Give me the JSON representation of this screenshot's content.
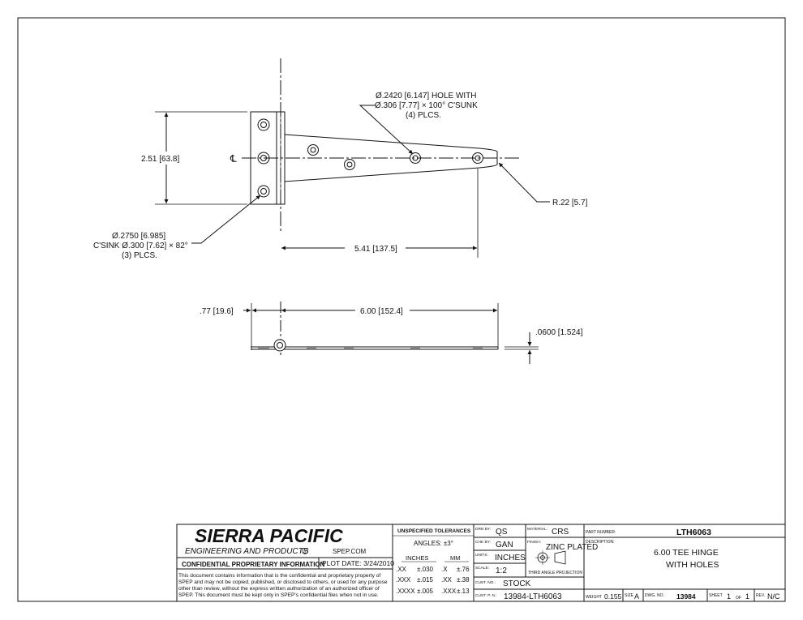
{
  "drawing": {
    "hole_callout_1": "Ø.2420 [6.147] HOLE WITH",
    "hole_callout_2": "Ø.306 [7.77] × 100° C'SUNK",
    "hole_callout_3": "(4) PLCS.",
    "height_dim": "2.51 [63.8]",
    "centerline_symbol": "℄",
    "radius_dim": "R.22 [5.7]",
    "leaf_hole_1": "Ø.2750 [6.985]",
    "leaf_hole_2": "C'SINK Ø.300 [7.62] × 82°",
    "leaf_hole_3": "(3) PLCS.",
    "strap_length_dim": "5.41 [137.5]",
    "knuckle_dim": ".77 [19.6]",
    "overall_length_dim": "6.00 [152.4]",
    "thickness_dim": ".0600 [1.524]"
  },
  "title_block": {
    "company": "SIERRA PACIFIC",
    "company_sub": "ENGINEERING AND PRODUCTS",
    "registered_mark": "R",
    "website": "SPEP.COM",
    "confidential_label": "CONFIDENTIAL PROPRIETARY INFORMATION",
    "plot_date": "PLOT DATE: 3/24/2010",
    "confidential_text": [
      "This document contains information that is the confidential and proprietary property of",
      "SPEP and may not be copied, published, or disclosed to others, or used for any purpose",
      "other than review, without the express written authorization of an authorized officer of",
      "SPEP. This document must be kept only in SPEP's confidential files when not in use."
    ],
    "tol_header": "UNSPECIFIED TOLERANCES",
    "angles": "ANGLES: ±3°",
    "inches_label": "INCHES",
    "mm_label": "MM",
    "tol_rows": [
      [
        ".XX",
        "±.030",
        ".X",
        "±.76"
      ],
      [
        ".XXX",
        "±.015",
        ".XX",
        "±.38"
      ],
      [
        ".XXXX",
        "±.005",
        ".XXX",
        "±.13"
      ]
    ],
    "drn_by_label": "DRN BY:",
    "drn_by": "QS",
    "chk_by_label": "CHK BY:",
    "chk_by": "GAN",
    "units_label": "UNITS:",
    "units": "INCHES",
    "scale_label": "SCALE:",
    "scale": "1:2",
    "cust_no_label": "CUST. NO.:",
    "cust_no": "STOCK",
    "cust_pn_label": "CUST. P. N.:",
    "cust_pn": "13984-LTH6063",
    "material_label": "MATERIAL:",
    "material": "CRS",
    "finish_label": "FINISH:",
    "finish": "ZINC PLATED",
    "projection": "THIRD ANGLE PROJECTION",
    "part_number_label": "PART NUMBER:",
    "part_number": "LTH6063",
    "description_label": "DESCRIPTION:",
    "description_1": "6.00 TEE HINGE",
    "description_2": "WITH HOLES",
    "weight_label": "WEIGHT",
    "weight": "0.155",
    "size_label": "SIZE",
    "size": "A",
    "dwg_no_label": "DWG. NO.",
    "dwg_no": "13984",
    "sheet_label": "SHEET",
    "sheet": "1",
    "of_label": "OF",
    "sheet_total": "1",
    "rev_label": "REV.",
    "rev": "N/C"
  }
}
